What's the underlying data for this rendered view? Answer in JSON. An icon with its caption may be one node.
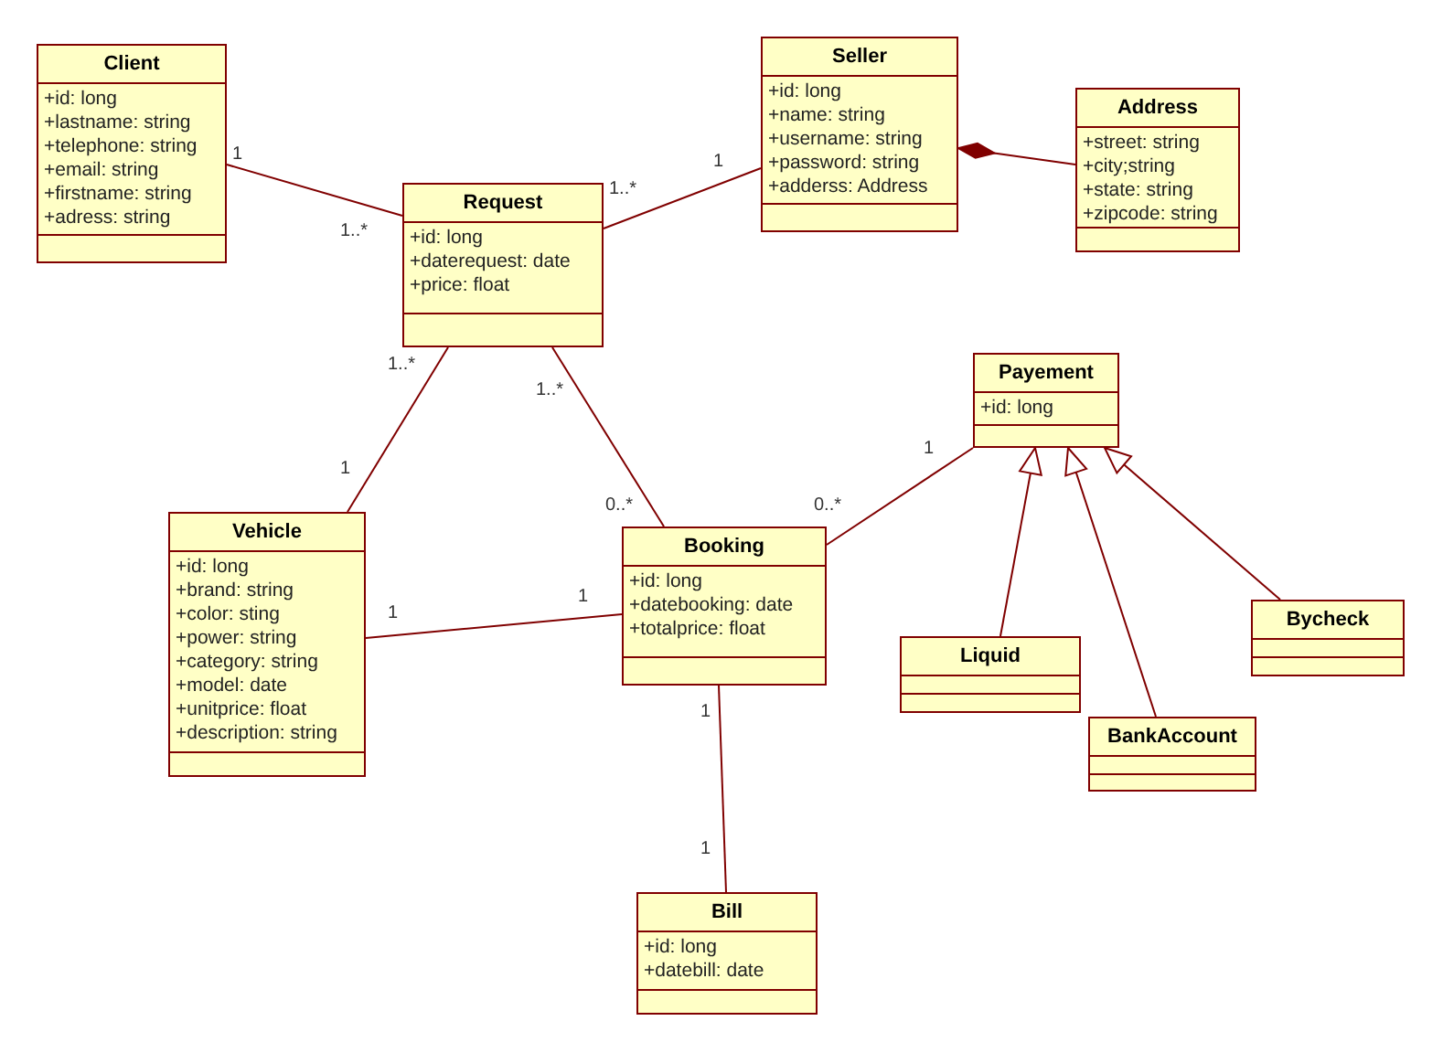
{
  "diagram": {
    "nodes": [
      {
        "text": [
          "Client",
          "+id: long",
          "+lastname: string",
          "+telephone: string",
          "+email: string",
          "+firstname: string",
          "+adress: string"
        ]
      },
      {
        "text": [
          "Request",
          "+id: long",
          "+daterequest: date",
          "+price: float"
        ]
      },
      {
        "text": [
          "Seller",
          "+id: long",
          "+name: string",
          "+username: string",
          "+password: string",
          "+adderss: Address"
        ]
      },
      {
        "text": [
          "Address",
          "+street: string",
          "+city;string",
          "+state: string",
          "+zipcode: string"
        ]
      },
      {
        "text": [
          "Payement",
          "+id: long"
        ]
      },
      {
        "text": [
          "Vehicle",
          "+id: long",
          "+brand: string",
          "+color: sting",
          "+power: string",
          "+category: string",
          "+model: date",
          "+unitprice: float",
          "+description: string"
        ]
      },
      {
        "text": [
          "Booking",
          "+id: long",
          "+datebooking: date",
          "+totalprice: float"
        ]
      },
      {
        "text": [
          "Liquid"
        ]
      },
      {
        "text": [
          "Bycheck"
        ]
      },
      {
        "text": [
          "BankAccount"
        ]
      },
      {
        "text": [
          "Bill",
          "+id: long",
          "+datebill: date"
        ]
      }
    ],
    "edges": [
      {
        "from": 0,
        "to": 1,
        "arrow": "none"
      },
      {
        "from": 1,
        "to": 2,
        "arrow": "none"
      },
      {
        "from": 3,
        "to": 2,
        "arrow": "other"
      },
      {
        "from": 1,
        "to": 5,
        "arrow": "none"
      },
      {
        "from": 1,
        "to": 6,
        "arrow": "none"
      },
      {
        "from": 5,
        "to": 6,
        "arrow": "none"
      },
      {
        "from": 6,
        "to": 4,
        "arrow": "none"
      },
      {
        "from": 7,
        "to": 4,
        "arrow": "to"
      },
      {
        "from": 9,
        "to": 4,
        "arrow": "to"
      },
      {
        "from": 8,
        "to": 4,
        "arrow": "to"
      },
      {
        "from": 6,
        "to": 10,
        "arrow": "none"
      }
    ],
    "labels": [
      "1",
      "1..*",
      "1..*",
      "1",
      "1..*",
      "1",
      "1..*",
      "0..*",
      "1",
      "1",
      "1",
      "0..*",
      "1",
      "1"
    ]
  }
}
